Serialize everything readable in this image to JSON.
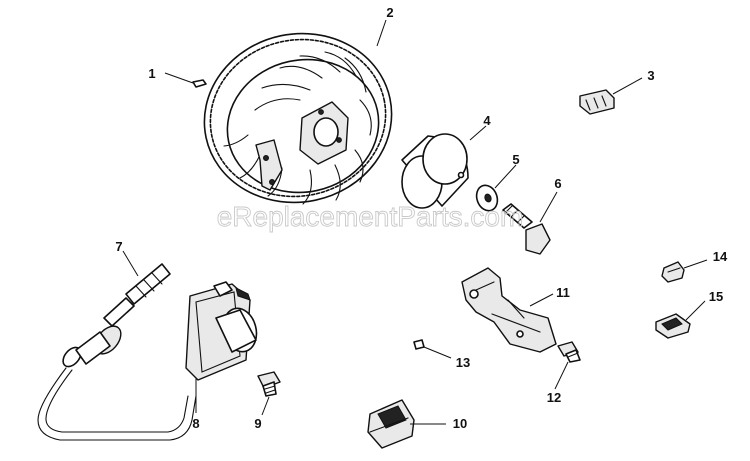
{
  "watermark": "eReplacementParts.com",
  "callouts": [
    {
      "id": "1",
      "label": "1"
    },
    {
      "id": "2",
      "label": "2"
    },
    {
      "id": "3",
      "label": "3"
    },
    {
      "id": "4",
      "label": "4"
    },
    {
      "id": "5",
      "label": "5"
    },
    {
      "id": "6",
      "label": "6"
    },
    {
      "id": "7",
      "label": "7"
    },
    {
      "id": "8",
      "label": "8"
    },
    {
      "id": "9",
      "label": "9"
    },
    {
      "id": "10",
      "label": "10"
    },
    {
      "id": "11",
      "label": "11"
    },
    {
      "id": "12",
      "label": "12"
    },
    {
      "id": "13",
      "label": "13"
    },
    {
      "id": "14",
      "label": "14"
    },
    {
      "id": "15",
      "label": "15"
    }
  ]
}
